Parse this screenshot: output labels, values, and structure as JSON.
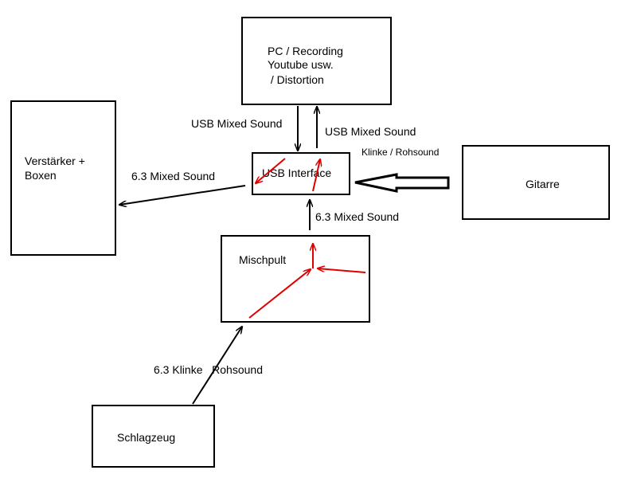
{
  "nodes": {
    "pc": {
      "lines": [
        "PC / Recording",
        "Youtube usw.",
        " / Distortion"
      ]
    },
    "amp": {
      "lines": [
        "Verstärker +",
        "Boxen"
      ]
    },
    "usb": {
      "label": "USB Interface"
    },
    "guitar": {
      "label": "Gitarre"
    },
    "mixer": {
      "label": "Mischpult"
    },
    "drums": {
      "label": "Schlagzeug"
    }
  },
  "edges": {
    "usb_to_pc": "USB Mixed Sound",
    "pc_to_usb": "USB Mixed Sound",
    "guitar_to_usb": "Klinke / Rohsound",
    "usb_to_amp": "6.3 Mixed Sound",
    "mixer_to_usb": "6.3 Mixed Sound",
    "drums_to_mixer": "6.3 Klinke   Rohsound"
  },
  "colors": {
    "line": "#000000",
    "signal": "#e00000"
  }
}
